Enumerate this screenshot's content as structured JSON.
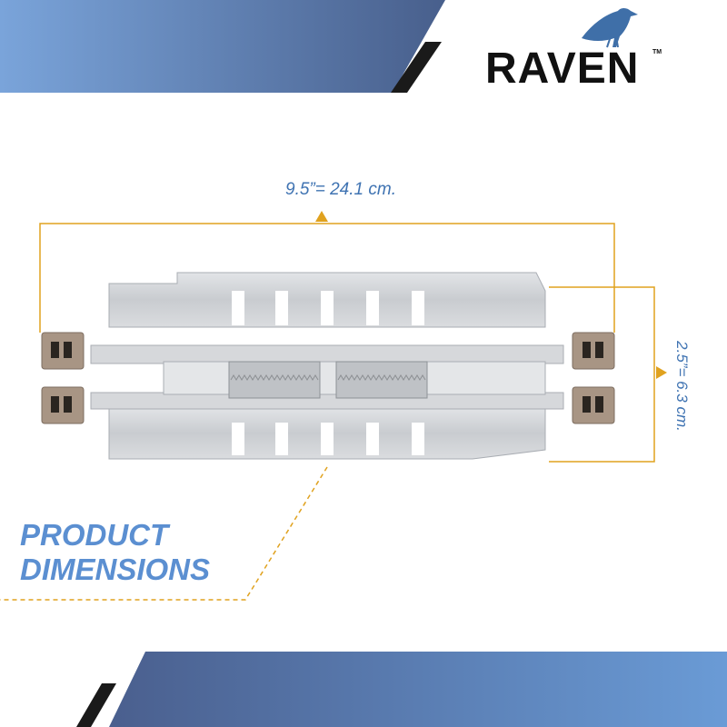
{
  "brand": {
    "logo_text": "RAVEN",
    "trademark": "TM",
    "mascot_icon": "raven-bird-icon"
  },
  "dimensions": {
    "width_label": "9.5”= 24.1 cm.",
    "height_label": "2.5”= 6.3 cm."
  },
  "headline": {
    "line1": "PRODUCT",
    "line2": "DIMENSIONS"
  },
  "colors": {
    "banner_dark": "#4b6594",
    "banner_light": "#7aa6de",
    "accent_blue": "#3f73b2",
    "dimension_line": "#e0a21f",
    "metal": "#cfd2d6",
    "connector": "#a89584"
  },
  "icons": [
    "raven-bird-icon",
    "dimension-arrow-icon"
  ]
}
